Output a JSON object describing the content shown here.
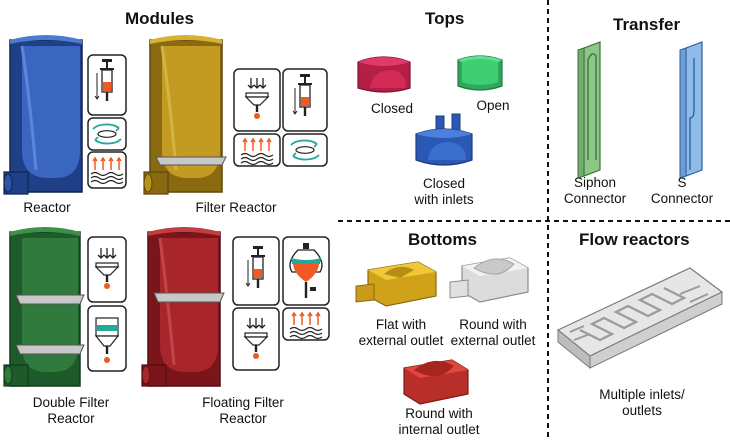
{
  "sections": {
    "modules": "Modules",
    "tops": "Tops",
    "transfer": "Transfer",
    "bottoms": "Bottoms",
    "flow_reactors": "Flow reactors"
  },
  "modules": {
    "reactor": "Reactor",
    "filter_reactor": "Filter Reactor",
    "double_filter_reactor": [
      "Double Filter",
      "Reactor"
    ],
    "floating_filter_reactor": [
      "Floating Filter",
      "Reactor"
    ]
  },
  "tops": {
    "closed": "Closed",
    "open": "Open",
    "closed_with_inlets": [
      "Closed",
      "with inlets"
    ]
  },
  "transfer": {
    "siphon_connector": [
      "Siphon",
      "Connector"
    ],
    "s_connector": [
      "S",
      "Connector"
    ]
  },
  "bottoms": {
    "flat_external": [
      "Flat with",
      "external outlet"
    ],
    "round_external": [
      "Round with",
      "external outlet"
    ],
    "round_internal": [
      "Round with",
      "internal outlet"
    ]
  },
  "flow": {
    "multiple_inlets_outlets": [
      "Multiple inlets/",
      "outlets"
    ]
  },
  "colors": {
    "reactor_blue": "#2d56a8",
    "filter_gold": "#b8901a",
    "double_green": "#2f7a3c",
    "floating_red": "#a8262b",
    "top_closed": "#d22b55",
    "top_open": "#3fce72",
    "inlets_blue": "#3a6fd0",
    "siphon_green": "#a5d8a0",
    "s_blue": "#8ebbe8",
    "bottom_flat": "#e1b424",
    "bottom_round_ext": "#e8e8e8",
    "bottom_round_int": "#d03a34",
    "flow_gray": "#d4d4d4",
    "accent_orange": "#f05a22",
    "teal": "#25a89a"
  }
}
